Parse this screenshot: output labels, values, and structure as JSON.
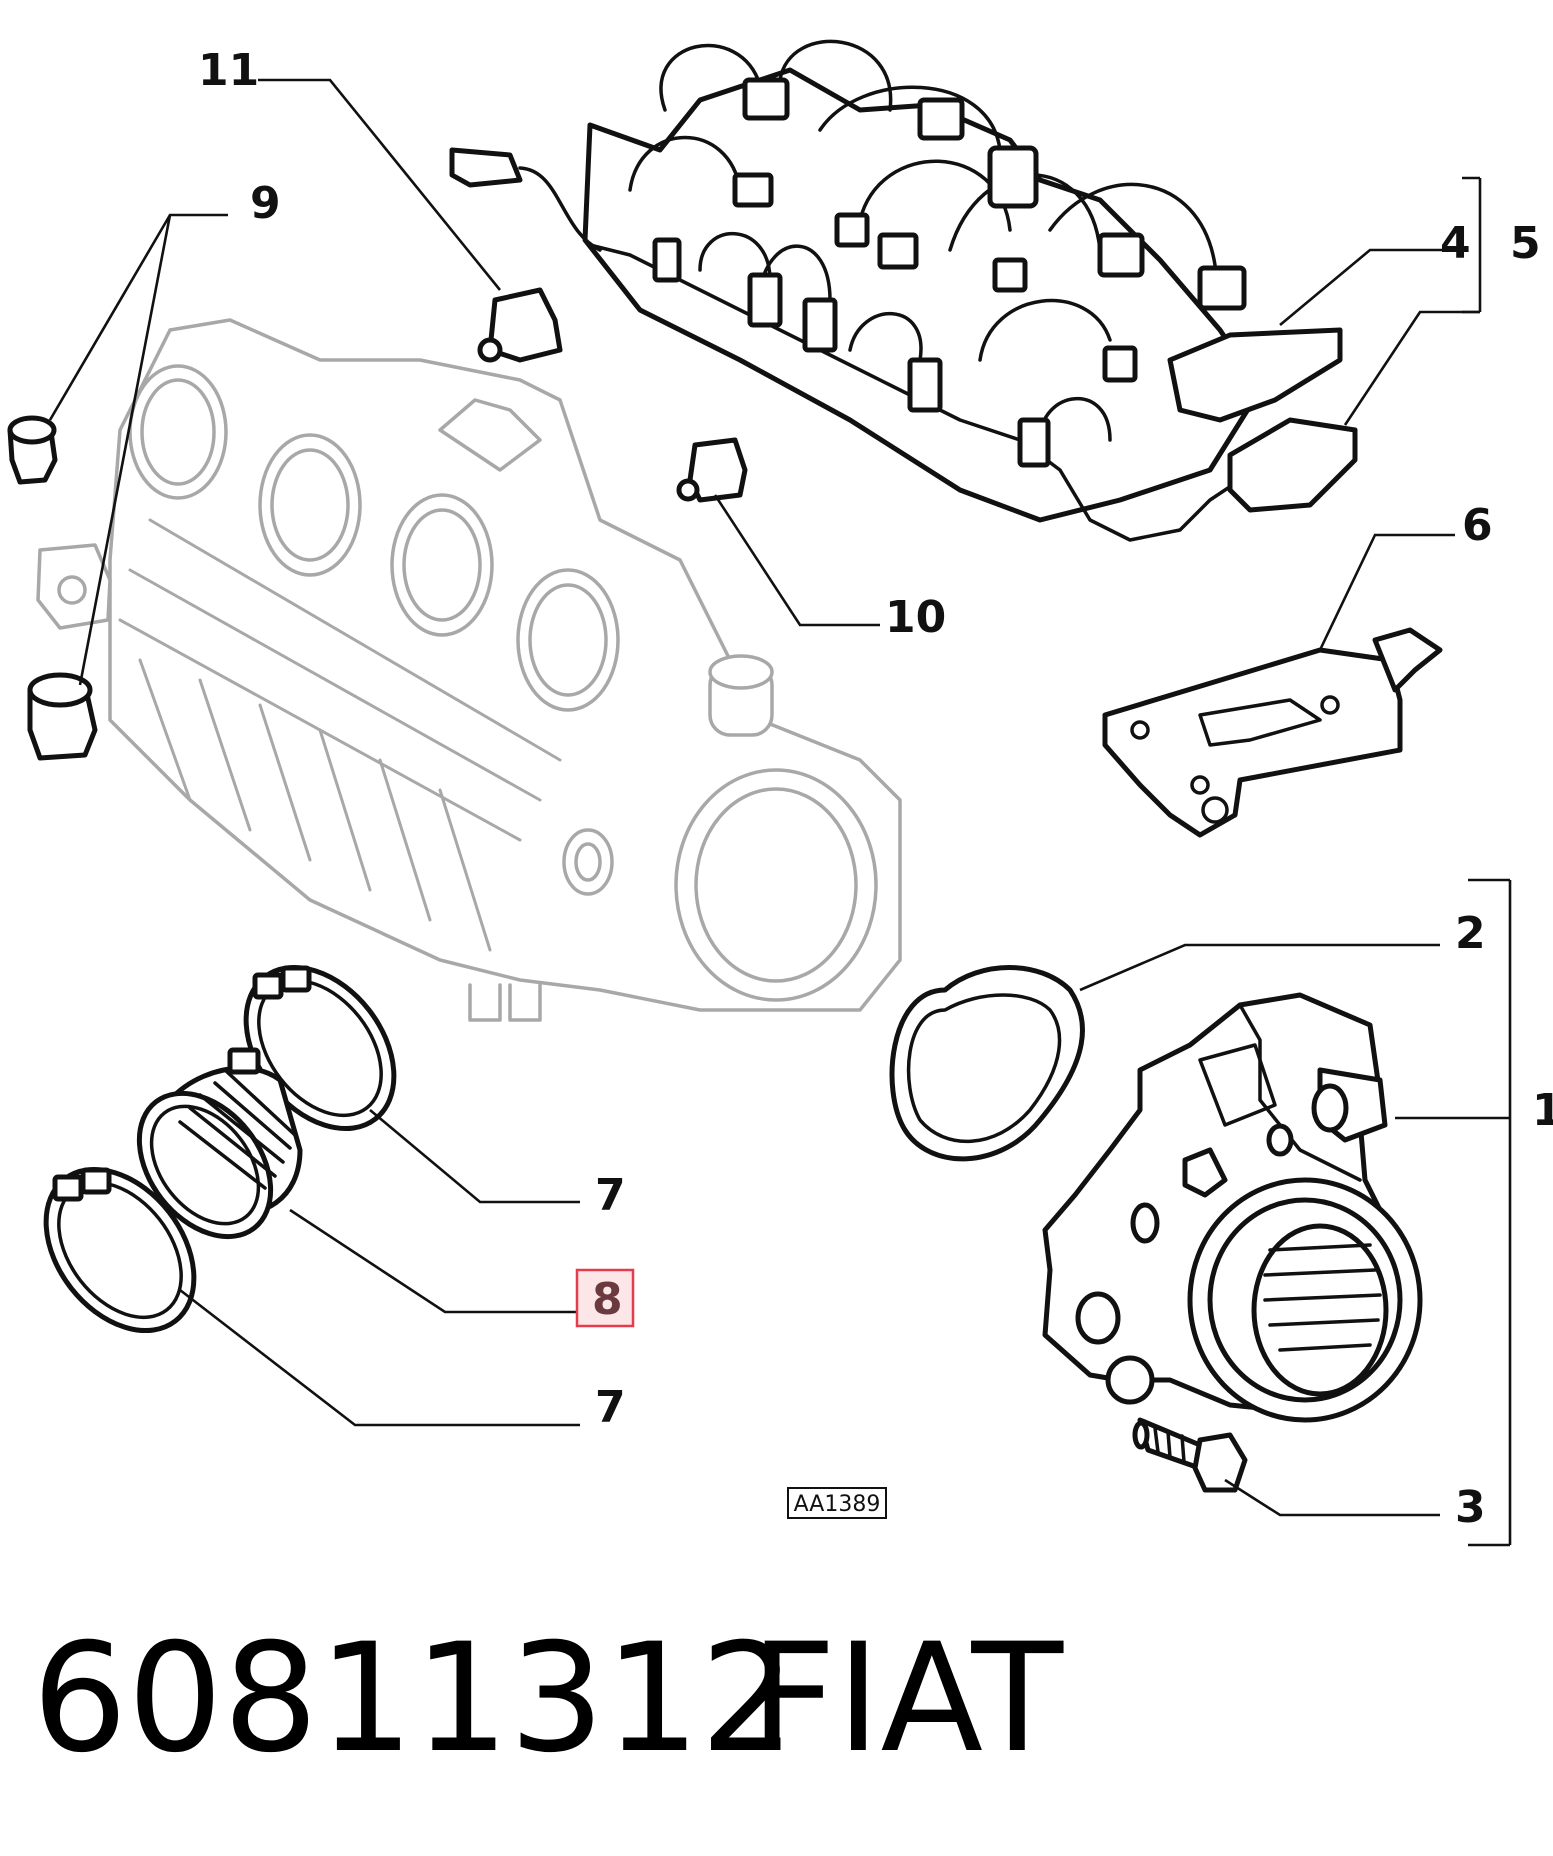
{
  "diagram": {
    "callouts": [
      {
        "id": "1",
        "label": "1"
      },
      {
        "id": "2",
        "label": "2"
      },
      {
        "id": "3",
        "label": "3"
      },
      {
        "id": "4",
        "label": "4"
      },
      {
        "id": "5",
        "label": "5"
      },
      {
        "id": "6",
        "label": "6"
      },
      {
        "id": "7a",
        "label": "7"
      },
      {
        "id": "7b",
        "label": "7"
      },
      {
        "id": "8",
        "label": "8",
        "highlighted": true
      },
      {
        "id": "9",
        "label": "9"
      },
      {
        "id": "10",
        "label": "10"
      },
      {
        "id": "11",
        "label": "11"
      }
    ],
    "reference_code": "AA1389",
    "highlight_color": "#e43c4b",
    "highlight_fill": "#fde6e8"
  },
  "footer": {
    "part_number": "60811312",
    "brand": "FIAT"
  }
}
